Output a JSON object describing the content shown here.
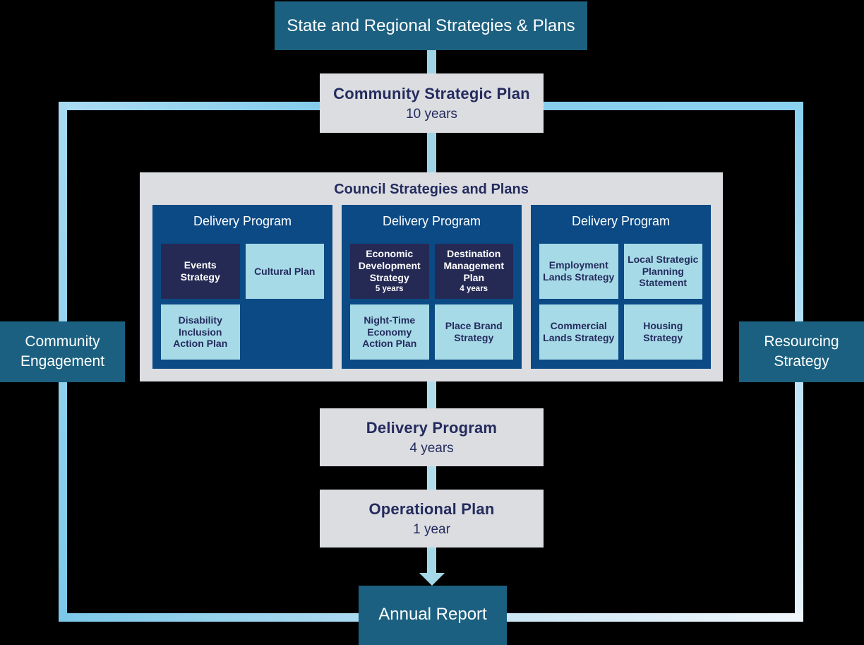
{
  "colors": {
    "teal": "#1B6080",
    "program_blue": "#0B4A85",
    "navy_cell": "#252A54",
    "light_blue_cell": "#A7DAE7",
    "gray_box": "#DCDDE1",
    "navy_text": "#242C5E",
    "loop_line": "#8AD1F0"
  },
  "state_box": {
    "label": "State and Regional Strategies & Plans"
  },
  "csp": {
    "title": "Community Strategic Plan",
    "duration": "10 years"
  },
  "council": {
    "title": "Council Strategies and Plans",
    "programs": [
      {
        "title": "Delivery Program",
        "items": [
          {
            "label": "Events Strategy"
          },
          {
            "label": "Cultural Plan"
          },
          {
            "label": "Disability Inclusion Action Plan"
          },
          {
            "label": ""
          }
        ]
      },
      {
        "title": "Delivery Program",
        "items": [
          {
            "label": "Economic Development Strategy",
            "duration": "5 years"
          },
          {
            "label": "Destination Management Plan",
            "duration": "4 years"
          },
          {
            "label": "Night-Time Economy Action Plan"
          },
          {
            "label": "Place Brand Strategy"
          }
        ]
      },
      {
        "title": "Delivery Program",
        "items": [
          {
            "label": "Employment Lands Strategy"
          },
          {
            "label": "Local Strategic Planning Statement"
          },
          {
            "label": "Commercial Lands Strategy"
          },
          {
            "label": "Housing Strategy"
          }
        ]
      }
    ]
  },
  "sides": {
    "left": "Community Engagement",
    "right": "Resourcing Strategy"
  },
  "delivery_program": {
    "title": "Delivery Program",
    "duration": "4 years"
  },
  "operational_plan": {
    "title": "Operational Plan",
    "duration": "1 year"
  },
  "annual_report": {
    "label": "Annual Report"
  }
}
